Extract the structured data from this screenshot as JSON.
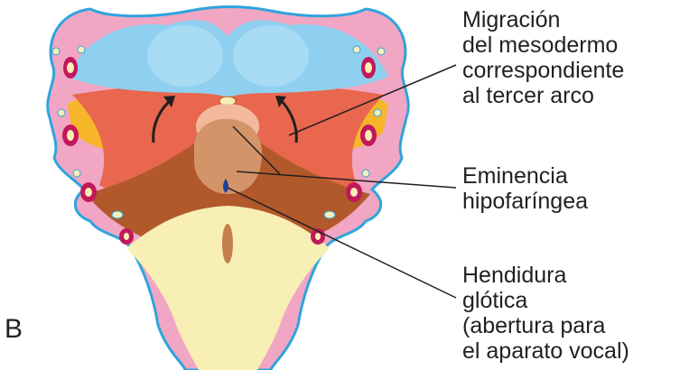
{
  "panel_letter": "B",
  "labels": {
    "migracion": [
      "Migración",
      "del mesodermo",
      "correspondiente",
      "al tercer arco"
    ],
    "eminencia": [
      "Eminencia",
      "hipofaríngea"
    ],
    "hendidura": [
      "Hendidura",
      "glótica",
      "(abertura para",
      "el aparato vocal)"
    ]
  },
  "colors": {
    "outer_tissue": "#f1a7c3",
    "outer_outline": "#2fa4dc",
    "top_mesoderm": "#8fd0f0",
    "yellow_region": "#f7b52a",
    "red_region": "#e8674e",
    "brown_region": "#b2592c",
    "pale_floor": "#f7efb4",
    "eminence": "#d39469",
    "glottis": "#1f3f9d",
    "arrow": "#231f20"
  }
}
